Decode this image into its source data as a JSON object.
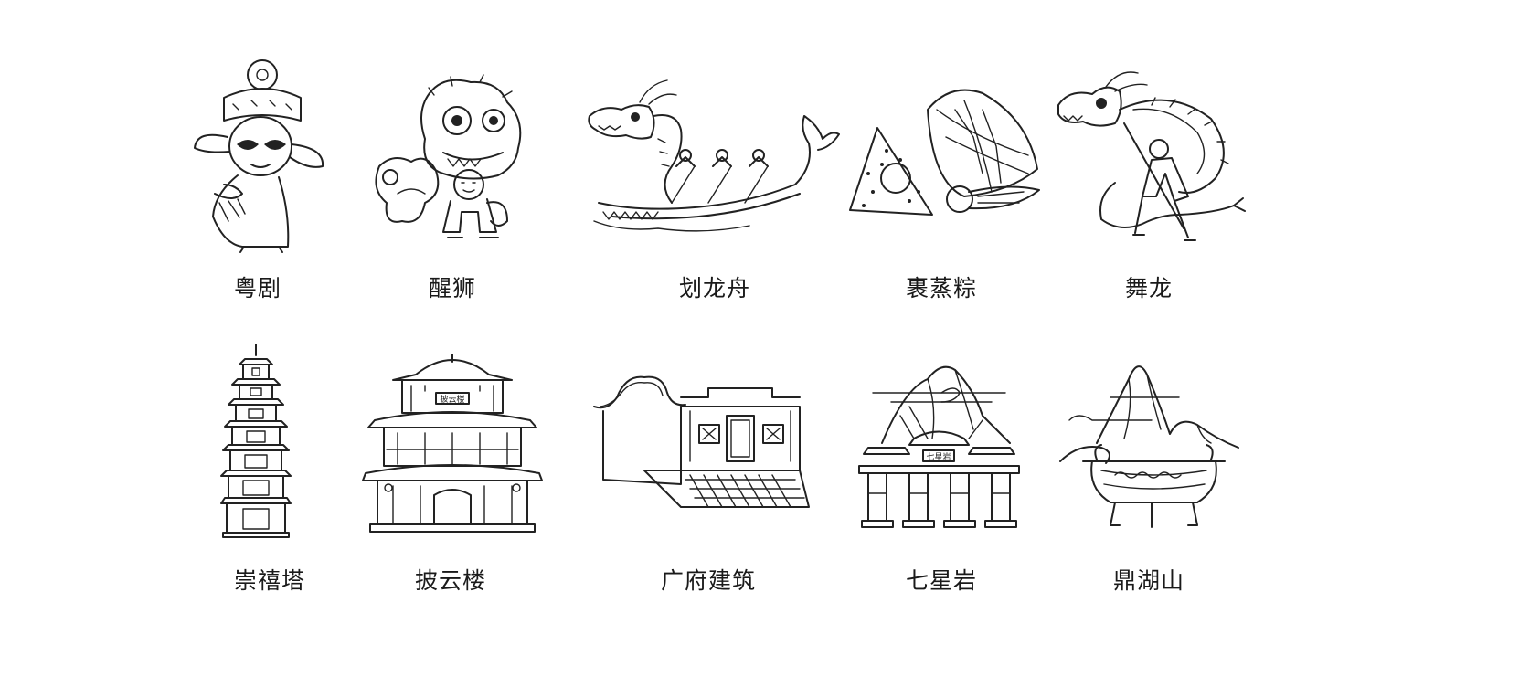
{
  "items": [
    {
      "id": "yueju",
      "label": "粤剧",
      "icon": "cantonese-opera-performer-icon"
    },
    {
      "id": "xingshi",
      "label": "醒狮",
      "icon": "lion-dance-icon"
    },
    {
      "id": "hualongzhou",
      "label": "划龙舟",
      "icon": "dragon-boat-icon"
    },
    {
      "id": "guozhengzong",
      "label": "裹蒸粽",
      "icon": "rice-dumpling-icon"
    },
    {
      "id": "wulong",
      "label": "舞龙",
      "icon": "dragon-dance-icon"
    },
    {
      "id": "chongxita",
      "label": "崇禧塔",
      "icon": "pagoda-icon"
    },
    {
      "id": "piyunlou",
      "label": "披云楼",
      "icon": "tower-pavilion-icon"
    },
    {
      "id": "guangfujianzhu",
      "label": "广府建筑",
      "icon": "cantonese-architecture-icon"
    },
    {
      "id": "qixingyan",
      "label": "七星岩",
      "icon": "seven-star-crags-icon"
    },
    {
      "id": "dinghushan",
      "label": "鼎湖山",
      "icon": "dinghu-mountain-icon"
    }
  ],
  "signs": {
    "piyunlou": "披云楼",
    "qixingyan": "七星岩"
  },
  "colors": {
    "line": "#222222",
    "background": "#ffffff"
  }
}
